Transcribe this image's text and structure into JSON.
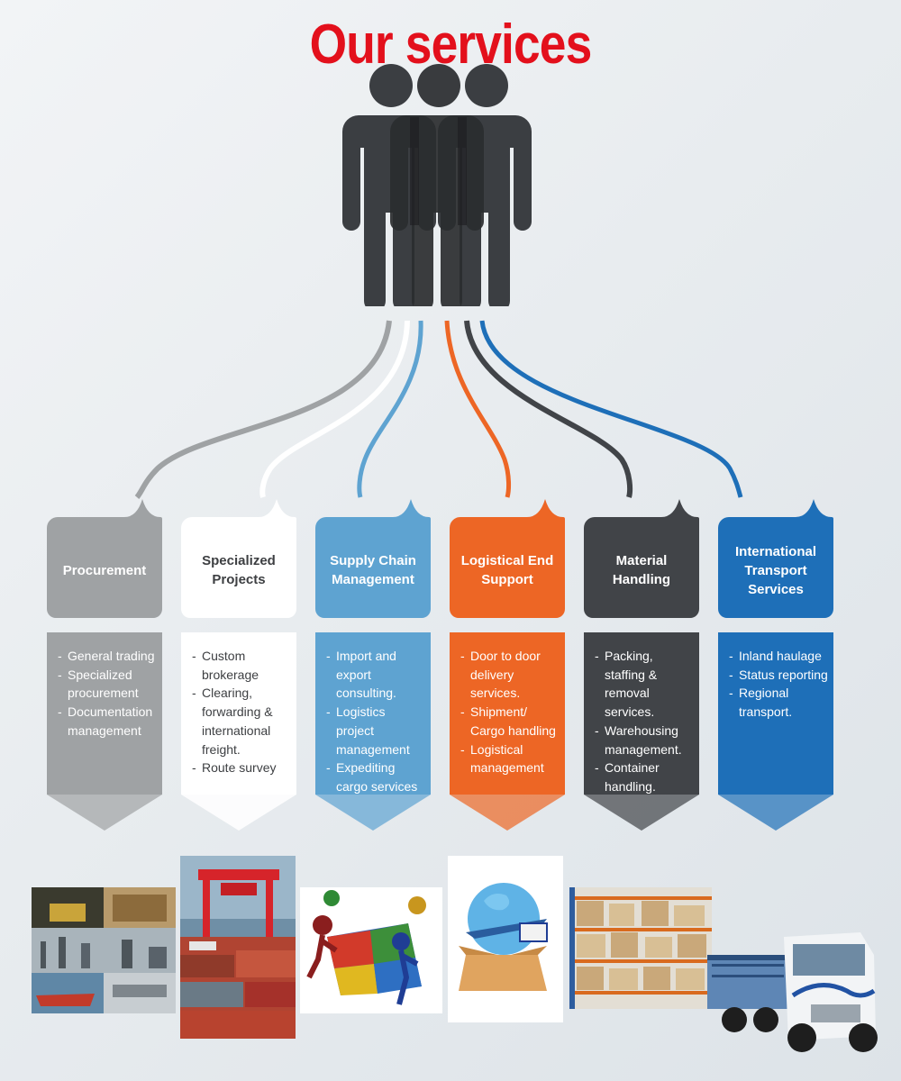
{
  "title": "Our services",
  "colors": {
    "title": "#e3101c",
    "grey": "#9fa2a4",
    "white": "#ffffff",
    "light_blue": "#5ea3d1",
    "orange": "#ed6625",
    "dark": "#414448",
    "blue": "#1e6fb8"
  },
  "icons": {
    "people": "group-of-people-icon",
    "wires": "connector-lines"
  },
  "services": [
    {
      "title": "Procurement",
      "color": "#9fa2a4",
      "title_color": "#ffffff",
      "text_color": "#ffffff",
      "items": [
        "General trading",
        "Specialized procurement",
        "Documentation management"
      ],
      "image": "procurement-photo-collage"
    },
    {
      "title": "Specialized\nProjects",
      "color": "#ffffff",
      "title_color": "#3d3f42",
      "text_color": "#3d3f42",
      "items": [
        "Custom brokerage",
        "Clearing, forwarding & international freight.",
        "Route survey"
      ],
      "image": "container-port-crane-photo"
    },
    {
      "title": "Supply Chain\nManagement",
      "color": "#5ea3d1",
      "title_color": "#ffffff",
      "text_color": "#ffffff",
      "items": [
        "Import and export consulting.",
        "Logistics project management",
        "Expediting cargo services"
      ],
      "image": "puzzle-team-illustration"
    },
    {
      "title": "Logistical End\nSupport",
      "color": "#ed6625",
      "title_color": "#ffffff",
      "text_color": "#ffffff",
      "items": [
        "Door to door delivery services.",
        "Shipment/ Cargo handling",
        "Logistical management"
      ],
      "image": "globe-transport-box-illustration"
    },
    {
      "title": "Material\nHandling",
      "color": "#414448",
      "title_color": "#ffffff",
      "text_color": "#ffffff",
      "items": [
        "Packing, staffing & removal services.",
        "Warehousing management.",
        "Container handling."
      ],
      "image": "warehouse-shelves-photo"
    },
    {
      "title": "International\nTransport\nServices",
      "color": "#1e6fb8",
      "title_color": "#ffffff",
      "text_color": "#ffffff",
      "items": [
        "Inland haulage",
        "Status reporting",
        "Regional transport."
      ],
      "image": "dtl-truck-photo"
    }
  ]
}
